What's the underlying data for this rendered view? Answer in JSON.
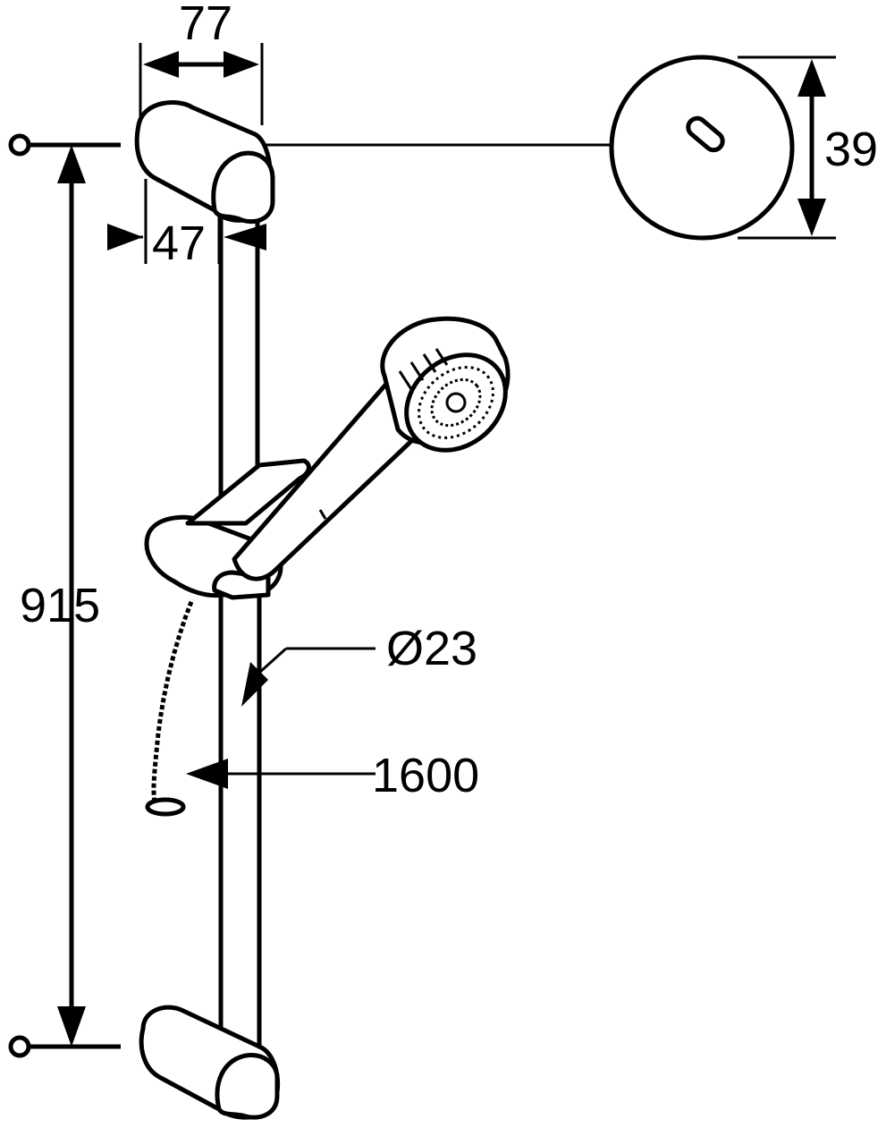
{
  "diagram": {
    "dimensions": {
      "bracket_depth": "77",
      "bracket_width": "47",
      "wall_disc_diameter": "39",
      "rail_length": "915",
      "rail_diameter": "Ø23",
      "hose_length": "1600"
    },
    "colors": {
      "line": "#000000",
      "background": "#ffffff"
    }
  }
}
